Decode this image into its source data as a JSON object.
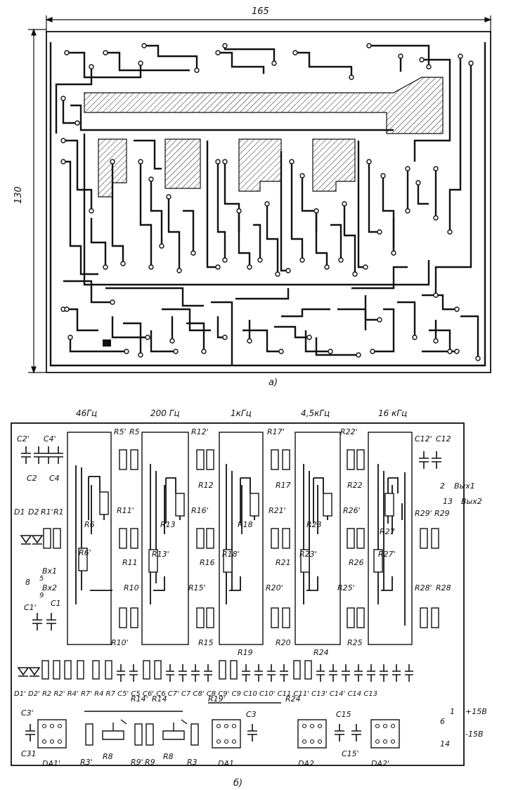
{
  "figure_a": {
    "dim_width": "165",
    "dim_height": "130",
    "caption": "а)"
  },
  "figure_b": {
    "caption": "б)",
    "bands": [
      "46Гц",
      "200 Гц",
      "1кГц",
      "4,5кГц",
      "16 кГц"
    ],
    "labels": {
      "c2p": "C2'",
      "c4p": "C4'",
      "c2": "C2",
      "c4": "C4",
      "d1": "D1",
      "d2": "D2",
      "r1p": "R1'",
      "r1": "R1",
      "r5p": "R5'",
      "r5": "R5",
      "r12p": "R12'",
      "r12": "R12",
      "r17p": "R17'",
      "r17": "R17",
      "r22p": "R22'",
      "r22": "R22",
      "c12p": "C12'",
      "c12": "C12",
      "r6": "R6",
      "r6p": "R6'",
      "r11p": "R11'",
      "r11": "R11",
      "r13": "R13",
      "r13p": "R13'",
      "r16p": "R16'",
      "r16": "R16",
      "r18": "R18",
      "r18p": "R18'",
      "r21p": "R21'",
      "r21": "R21",
      "r23": "R23",
      "r23p": "R23'",
      "r26p": "R26'",
      "r26": "R26",
      "r27": "R27",
      "r27p": "R27'",
      "r29p": "R29'",
      "r29": "R29",
      "vyh1": "Вых1",
      "vyh2": "Вых2",
      "pin2": "2",
      "pin13": "13",
      "vx1": "Вх1",
      "vx2": "Вх2",
      "p8": "8",
      "p5": "5",
      "p9": "9",
      "c1p": "C1'",
      "c1": "C1",
      "r10": "R10",
      "r10p": "R10'",
      "r15p": "R15'",
      "r15": "R15",
      "r20p": "R20'",
      "r20": "R20",
      "r25p": "R25'",
      "r25": "R25",
      "r28p": "R28'",
      "r28": "R28",
      "r19": "R19",
      "r24": "R24",
      "bottom_row": "D1' D2' R2 R2' R4' R7' R4  R7  C5' C5   C6' C6 C7' C7    C8' C8 C9' C9     C10 C10' C11 C11' C13' C14' C14 C13",
      "r14p": "R14'",
      "r14": "R14",
      "r19p": "R19'",
      "r24b": "R24",
      "c3p": "C3'",
      "c31": "C31",
      "c3": "C3",
      "c15": "C15",
      "c15p": "C15'",
      "r3p": "R3'",
      "r8": "R8",
      "r9p": "R9'",
      "r9": "R9",
      "r8b": "R8",
      "r3": "R3",
      "da1p": "DA1'",
      "da1": "DA1",
      "da2": "DA2",
      "da2p": "DA2'",
      "plus15": "+15В",
      "minus15": "-15В",
      "p1": "1",
      "p6": "6",
      "p14": "14"
    }
  }
}
